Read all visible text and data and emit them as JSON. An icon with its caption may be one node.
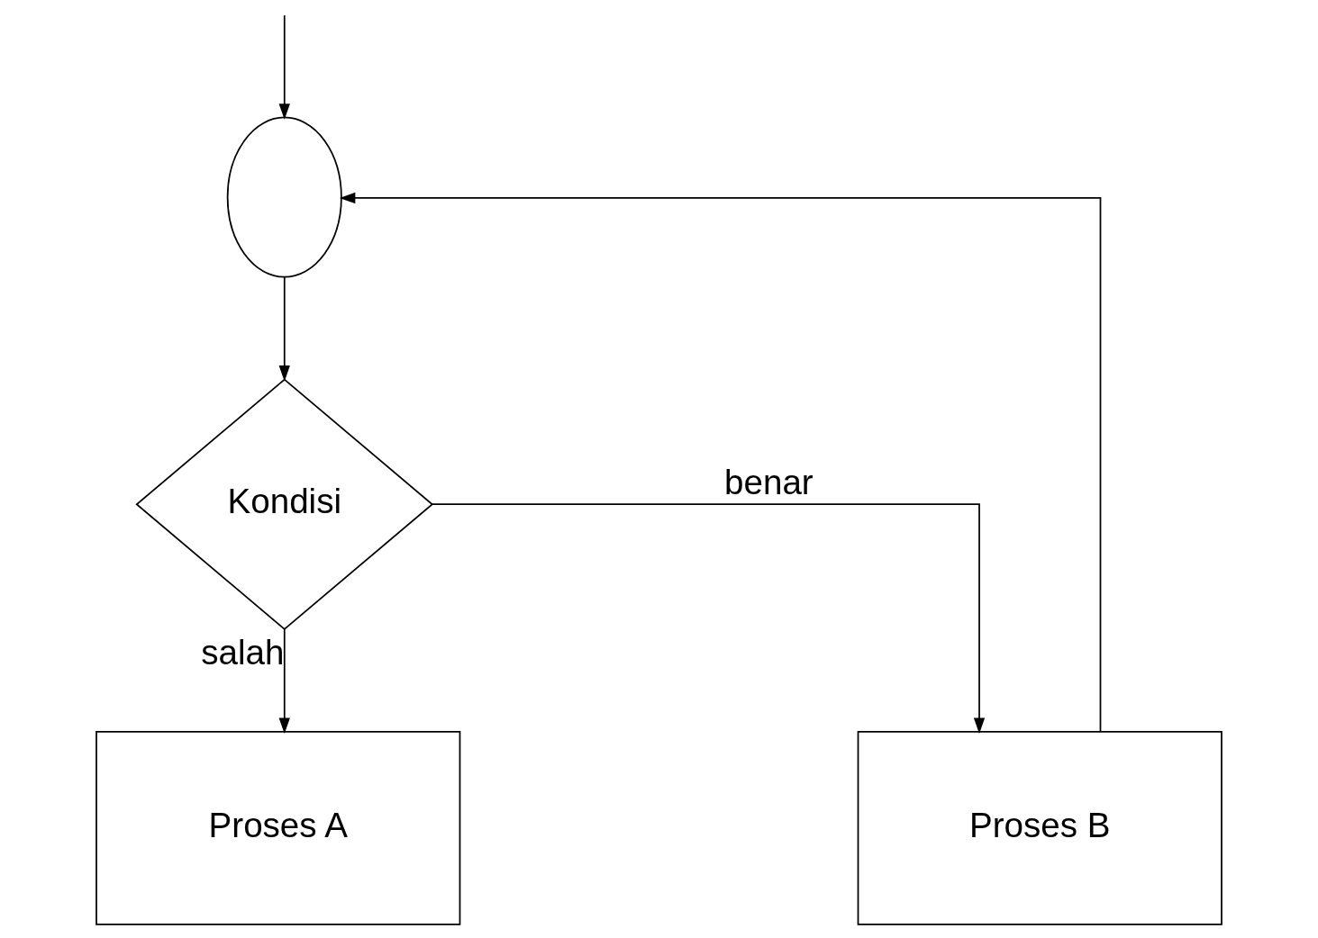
{
  "diagram": {
    "nodes": [
      {
        "text": [],
        "shape": "circle"
      },
      {
        "text": [
          "Kondisi"
        ]
      },
      {
        "text": [
          "Proses A"
        ]
      },
      {
        "text": [
          "Proses B"
        ]
      }
    ],
    "edges": [
      {
        "from": null,
        "to": 0,
        "arrow": "to"
      },
      {
        "from": 0,
        "to": 1,
        "arrow": "to"
      },
      {
        "from": 1,
        "to": 2,
        "arrow": "to",
        "label": "salah"
      },
      {
        "from": 1,
        "to": 3,
        "arrow": "to",
        "label": "benar"
      },
      {
        "from": 3,
        "to": 0,
        "arrow": "to"
      }
    ]
  }
}
